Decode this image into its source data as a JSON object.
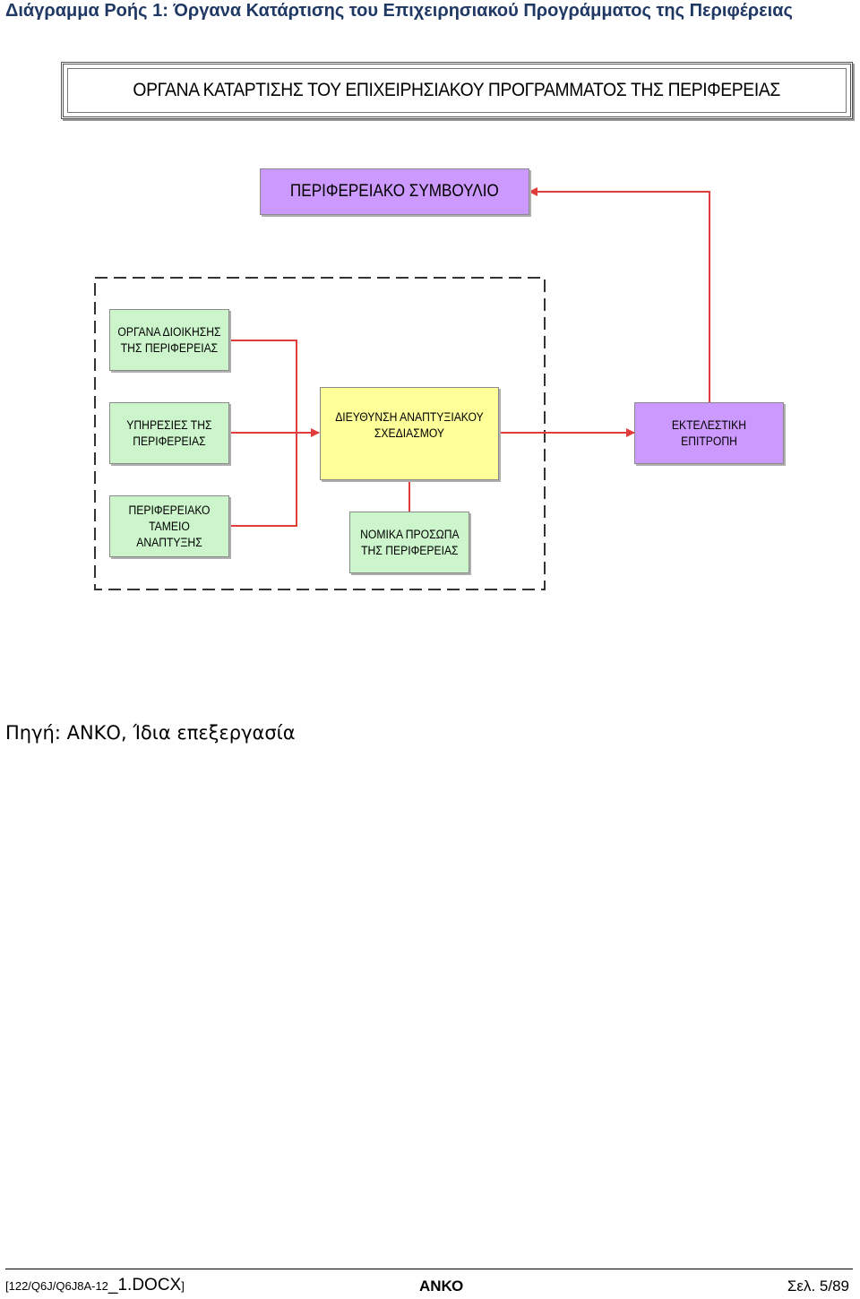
{
  "heading": "Διάγραμμα Ροής 1: Όργανα Κατάρτισης του Επιχειρησιακού Προγράμματος της Περιφέρειας",
  "banner": "ΟΡΓΑΝΑ ΚΑΤΑΡΤΙΣΗΣ ΤΟΥ ΕΠΙΧΕΙΡΗΣΙΑΚΟΥ ΠΡΟΓΡΑΜΜΑΤΟΣ ΤΗΣ ΠΕΡΙΦΕΡΕΙΑΣ",
  "nodes": {
    "regional_council": "ΠΕΡΙΦΕΡΕΙΑΚΟ ΣΥΜΒΟΥΛΙΟ",
    "admin_organs": "ΟΡΓΑΝΑ ΔΙΟΙΚΗΣΗΣ\nΤΗΣ ΠΕΡΙΦΕΡΕΙΑΣ",
    "services": "ΥΠΗΡΕΣΙΕΣ ΤΗΣ\nΠΕΡΙΦΕΡΕΙΑΣ",
    "dev_fund": "ΠΕΡΙΦΕΡΕΙΑΚΟ\nΤΑΜΕΙΟ ΑΝΑΠΤΥΞΗΣ",
    "planning_directorate": "ΔΙΕΥΘΥΝΣΗ ΑΝΑΠΤΥΞΙΑΚΟΥ\nΣΧΕΔΙΑΣΜΟΥ",
    "legal_entities": "ΝΟΜΙΚΑ ΠΡΟΣΩΠΑ\nΤΗΣ ΠΕΡΙΦΕΡΕΙΑΣ",
    "executive_committee": "ΕΚΤΕΛΕΣΤΙΚΗ ΕΠΙΤΡΟΠΗ"
  },
  "colors": {
    "arrow": "#e03c3c",
    "green_box": "#ccf5cc",
    "yellow_box": "#ffff99",
    "purple_box": "#cc99ff"
  },
  "source": "Πηγή: ΑΝΚΟ, Ίδια επεξεργασία",
  "footer": {
    "doc_code": "[122/Q6J/Q6J8A-12",
    "doc_ext": "_1.DOCX",
    "doc_close": "]",
    "org": "ΑΝΚΟ",
    "page": "Σελ. 5/89"
  }
}
